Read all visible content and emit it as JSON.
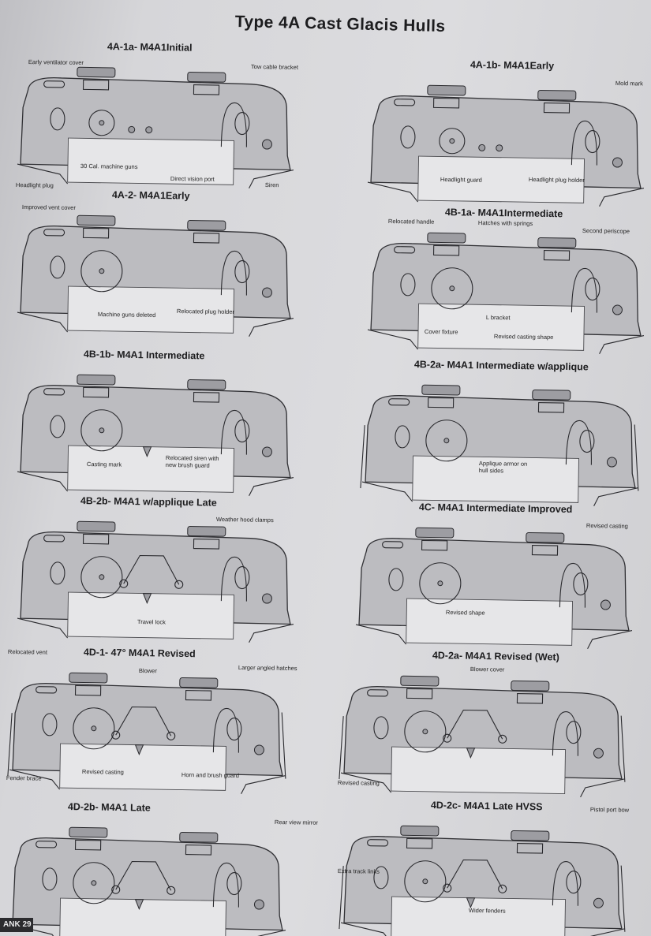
{
  "page": {
    "title": "Type 4A Cast Glacis Hulls",
    "footer_label": "ANK 29"
  },
  "diagrams": [
    {
      "title": "4A-1a- M4A1Initial",
      "callouts": [
        "Early ventilator cover",
        "Tow cable bracket",
        "Headlight plug",
        "30 Cal. machine guns",
        "Direct vision port",
        "Siren"
      ]
    },
    {
      "title": "4A-1b- M4A1Early",
      "callouts": [
        "Mold mark",
        "Headlight guard",
        "Headlight plug holder"
      ]
    },
    {
      "title": "4A-2- M4A1Early",
      "callouts": [
        "Improved vent cover",
        "Machine guns deleted",
        "Relocated plug holder"
      ]
    },
    {
      "title": "4B-1a- M4A1Intermediate",
      "callouts": [
        "Relocated handle",
        "Hatches with springs",
        "Second periscope",
        "L bracket",
        "Cover fixture",
        "Revised casting shape"
      ]
    },
    {
      "title": "4B-1b- M4A1 Intermediate",
      "callouts": [
        "Casting mark",
        "Relocated siren with new brush guard"
      ]
    },
    {
      "title": "4B-2a- M4A1 Intermediate w/applique",
      "callouts": [
        "Applique armor on hull sides"
      ]
    },
    {
      "title": "4B-2b- M4A1 w/applique Late",
      "callouts": [
        "Weather hood clamps",
        "Travel lock"
      ]
    },
    {
      "title": "4C- M4A1 Intermediate Improved",
      "callouts": [
        "Revised casting",
        "Revised shape"
      ]
    },
    {
      "title": "4D-1- 47° M4A1 Revised",
      "callouts": [
        "Relocated vent",
        "Blower",
        "Larger angled hatches",
        "Fender brace",
        "Revised casting",
        "Horn and brush guard"
      ]
    },
    {
      "title": "4D-2a- M4A1 Revised (Wet)",
      "callouts": [
        "Blower cover",
        "Revised casting"
      ]
    },
    {
      "title": "4D-2b- M4A1 Late",
      "callouts": [
        "Rear view mirror"
      ]
    },
    {
      "title": "4D-2c- M4A1 Late HVSS",
      "callouts": [
        "Pistol port bow",
        "Extra track links",
        "Wider fenders"
      ]
    }
  ]
}
